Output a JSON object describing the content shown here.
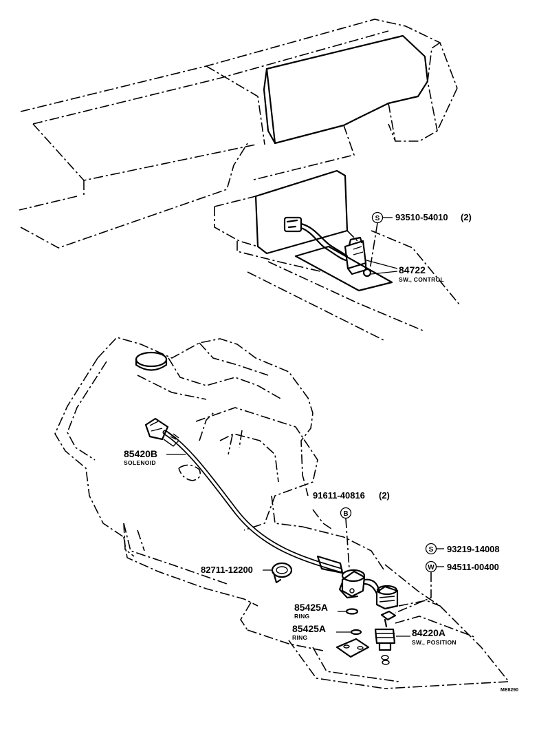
{
  "callouts": {
    "screw_top": {
      "symbol": "S",
      "part": "93510-54010",
      "qty": "(2)"
    },
    "sw_control": {
      "part": "84722",
      "name": "SW., CONTROL"
    },
    "solenoid": {
      "part": "85420B",
      "name": "SOLENOID"
    },
    "bolt": {
      "part": "91611-40816",
      "qty": "(2)",
      "symbol": "B"
    },
    "screw_right": {
      "symbol": "S",
      "part": "93219-14008"
    },
    "washer": {
      "symbol": "W",
      "part": "94511-00400"
    },
    "clamp": {
      "part": "82711-12200"
    },
    "ring_upper": {
      "part": "85425A",
      "name": "RING"
    },
    "ring_lower": {
      "part": "85425A",
      "name": "RING"
    },
    "sw_position": {
      "part": "84220A",
      "name": "SW., POSITION"
    }
  },
  "footer": {
    "drawing_code": "ME8290"
  }
}
